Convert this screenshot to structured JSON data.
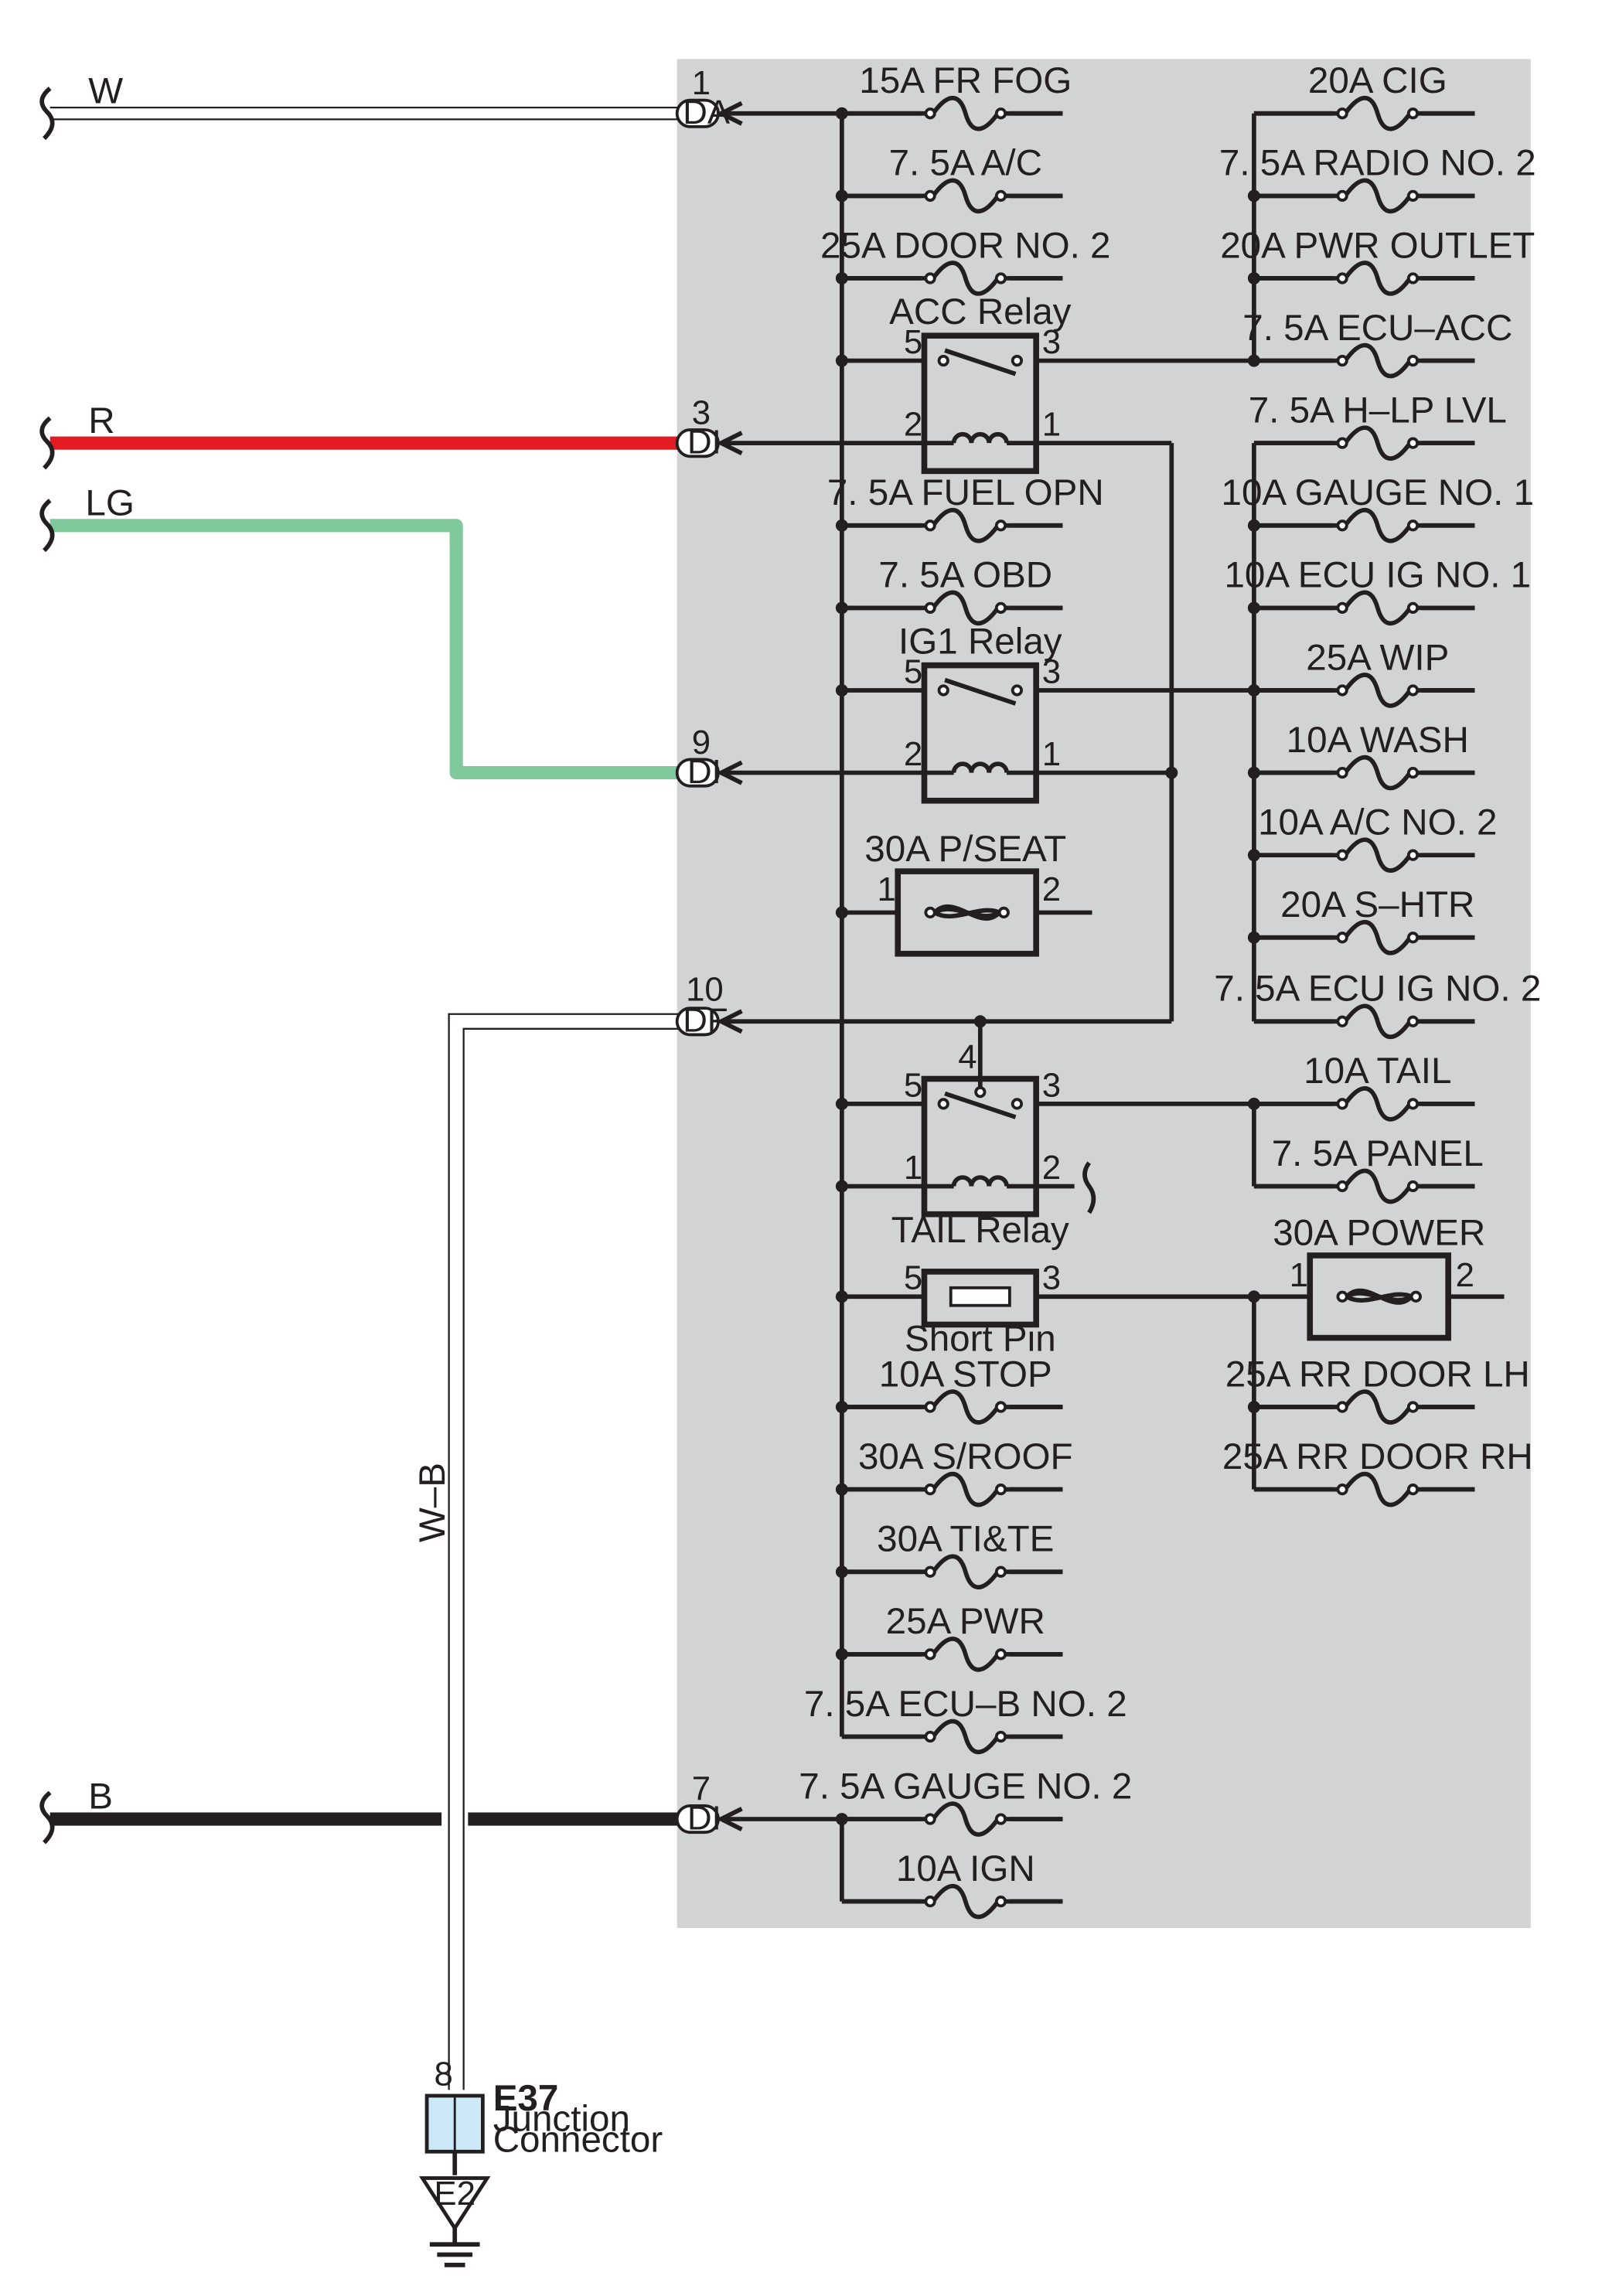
{
  "colors": {
    "panel": "#d1d3d4",
    "wire_red": "#e31b23",
    "wire_lightgreen": "#7fc99c",
    "wire_black": "#231f20",
    "connector_fill": "#cde8f6",
    "line": "#231f20"
  },
  "wires": {
    "w": "W",
    "r": "R",
    "lg": "LG",
    "b": "B",
    "wb": "W–B"
  },
  "connectors": [
    {
      "pin": "1",
      "code": "DA"
    },
    {
      "pin": "3",
      "code": "DI"
    },
    {
      "pin": "9",
      "code": "DI"
    },
    {
      "pin": "10",
      "code": "DF"
    },
    {
      "pin": "7",
      "code": "DI"
    }
  ],
  "fuses_left": [
    "15A FR FOG",
    "7. 5A A/C",
    "25A DOOR NO. 2",
    "7. 5A FUEL OPN",
    "7. 5A OBD",
    "10A STOP",
    "30A S/ROOF",
    "30A TI&TE",
    "25A PWR",
    "7. 5A ECU–B NO. 2",
    "7. 5A GAUGE NO. 2",
    "10A IGN"
  ],
  "fuses_right": [
    "20A CIG",
    "7. 5A RADIO NO. 2",
    "20A PWR OUTLET",
    "7. 5A ECU–ACC",
    "7. 5A H–LP LVL",
    "10A GAUGE NO. 1",
    "10A ECU IG NO. 1",
    "25A WIP",
    "10A WASH",
    "10A A/C NO. 2",
    "20A S–HTR",
    "7. 5A ECU IG NO. 2",
    "10A TAIL",
    "7. 5A PANEL",
    "25A RR DOOR LH",
    "25A RR DOOR RH"
  ],
  "relays": {
    "acc": {
      "label": "ACC Relay",
      "p5": "5",
      "p3": "3",
      "p2": "2",
      "p1": "1"
    },
    "ig1": {
      "label": "IG1 Relay",
      "p5": "5",
      "p3": "3",
      "p2": "2",
      "p1": "1"
    },
    "tail": {
      "label": "TAIL Relay",
      "p5": "5",
      "p3": "3",
      "p1": "1",
      "p2": "2",
      "p4": "4"
    }
  },
  "fusible_links": {
    "pseat": {
      "label": "30A P/SEAT",
      "p1": "1",
      "p2": "2"
    },
    "power": {
      "label": "30A POWER",
      "p1": "1",
      "p2": "2"
    }
  },
  "short_pin": {
    "label": "Short Pin",
    "p5": "5",
    "p3": "3"
  },
  "junction": {
    "pin": "8",
    "code": "E37",
    "line1": "Junction",
    "line2": "Connector"
  },
  "ground": {
    "code": "E2"
  }
}
